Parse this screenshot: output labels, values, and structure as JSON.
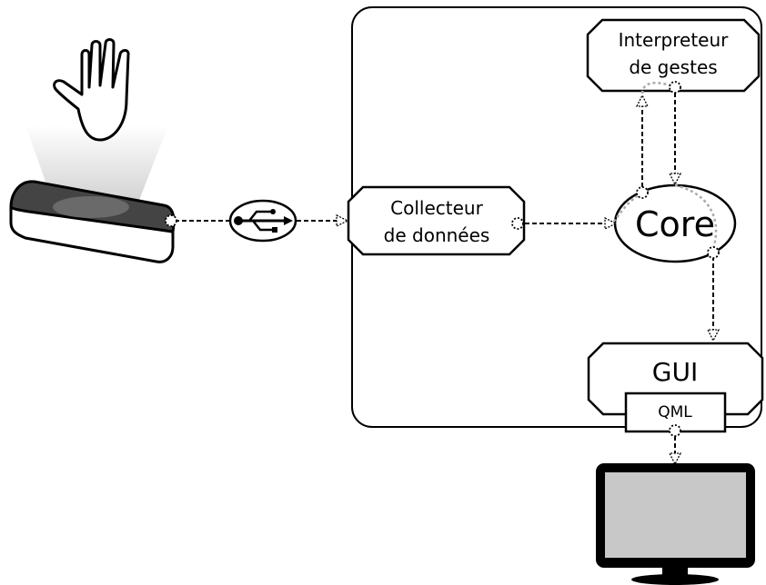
{
  "nodes": {
    "interpreter": {
      "line1": "Interpreteur",
      "line2": "de gestes"
    },
    "collector": {
      "line1": "Collecteur",
      "line2": "de données"
    },
    "core": {
      "label": "Core"
    },
    "gui": {
      "label": "GUI",
      "sub": "QML"
    }
  },
  "icons": [
    "hand-icon",
    "leap-motion-sensor-icon",
    "usb-icon",
    "monitor-icon"
  ],
  "colors": {
    "stroke": "#000000",
    "screen": "#c8c8c8",
    "port_dotted": "#aaaaaa"
  }
}
